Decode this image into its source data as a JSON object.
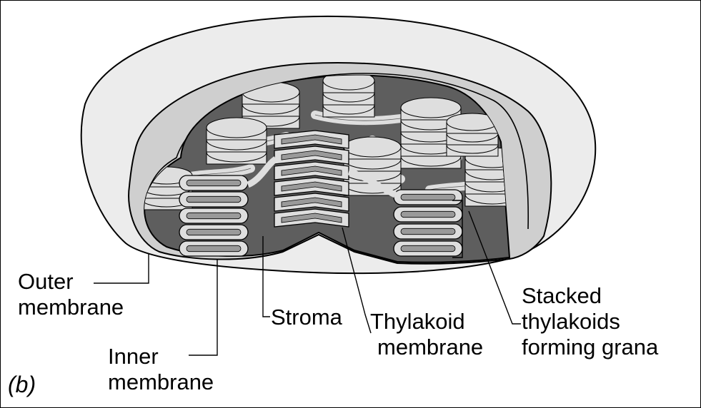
{
  "panel_label": "(b)",
  "labels": {
    "outer_membrane": [
      "Outer",
      "membrane"
    ],
    "inner_membrane": [
      "Inner",
      "membrane"
    ],
    "stroma": "Stroma",
    "thylakoid_membrane": [
      "Thylakoid",
      "membrane"
    ],
    "stacked_thylakoids": [
      "Stacked",
      "thylakoids",
      "forming grana"
    ]
  },
  "colors": {
    "outer_envelope": "#ececec",
    "intermembrane_band": "#cfcfcf",
    "stroma_background": "#5e5e5e",
    "thylakoid_disc": "#dedede",
    "thylakoid_lumen": "#9a9a9a",
    "outline": "#000000"
  }
}
